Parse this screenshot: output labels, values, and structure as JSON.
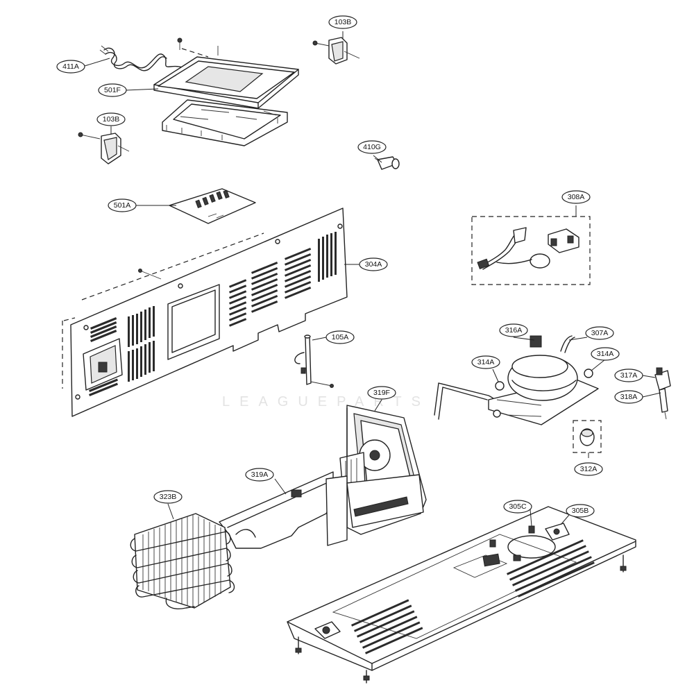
{
  "watermark": "LEAGUEPARTS",
  "callouts": [
    {
      "id": "411A",
      "label": "411A"
    },
    {
      "id": "103B-top",
      "label": "103B"
    },
    {
      "id": "501F",
      "label": "501F"
    },
    {
      "id": "103B-left",
      "label": "103B"
    },
    {
      "id": "410G",
      "label": "410G"
    },
    {
      "id": "501A",
      "label": "501A"
    },
    {
      "id": "308A",
      "label": "308A"
    },
    {
      "id": "304A",
      "label": "304A"
    },
    {
      "id": "105A",
      "label": "105A"
    },
    {
      "id": "316A",
      "label": "316A"
    },
    {
      "id": "307A",
      "label": "307A"
    },
    {
      "id": "314A-left",
      "label": "314A"
    },
    {
      "id": "314A-right",
      "label": "314A"
    },
    {
      "id": "317A",
      "label": "317A"
    },
    {
      "id": "318A",
      "label": "318A"
    },
    {
      "id": "319F",
      "label": "319F"
    },
    {
      "id": "312A",
      "label": "312A"
    },
    {
      "id": "319A",
      "label": "319A"
    },
    {
      "id": "323B",
      "label": "323B"
    },
    {
      "id": "305C",
      "label": "305C"
    },
    {
      "id": "305B",
      "label": "305B"
    }
  ]
}
